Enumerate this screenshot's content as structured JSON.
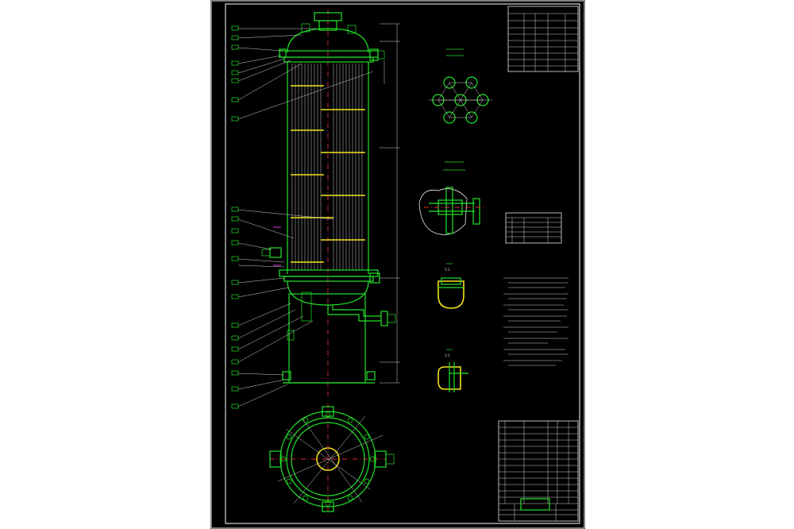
{
  "canvas": {
    "background": "#ffffff",
    "sheet_color": "#000000"
  },
  "colors": {
    "outline": "#22e22a",
    "baffle": "#f2e21c",
    "centerline": "#e03030",
    "leader": "#e8e8e8",
    "marker": "#d93ad9"
  },
  "views": {
    "main_elevation": "vessel-elevation",
    "tube_arrangement": "tube-layout-detail",
    "section_detail": "nozzle-section-detail",
    "detail_1": "weld-detail-upper",
    "detail_2": "weld-detail-lower",
    "plan_view": "flange-plan-view"
  },
  "labels": {
    "detail_1_ratio": "1:1",
    "detail_2_ratio": "1:1"
  }
}
